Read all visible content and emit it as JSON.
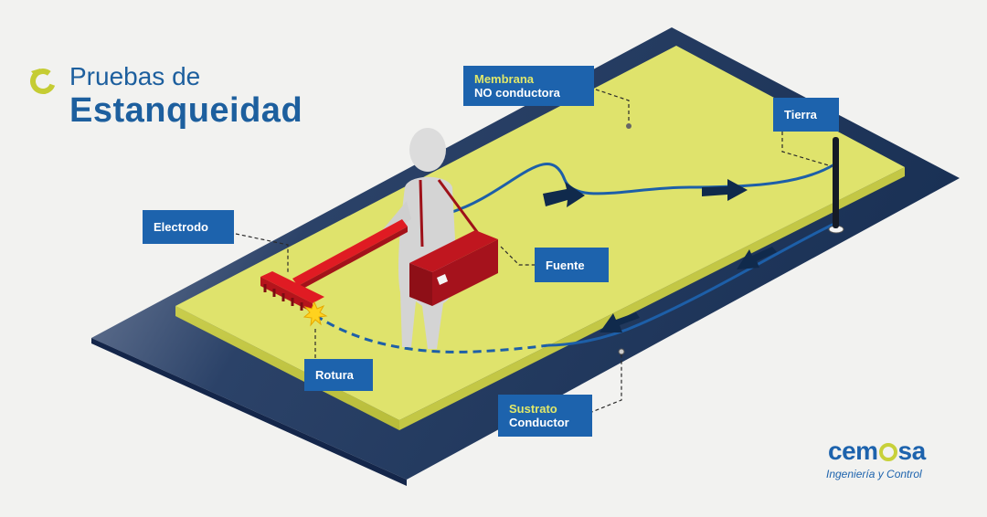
{
  "title": {
    "line1": "Pruebas de",
    "line2": "Estanqueidad"
  },
  "callouts": {
    "membrana": {
      "accent": "Membrana",
      "text": "NO conductora"
    },
    "tierra": "Tierra",
    "electrodo": "Electrodo",
    "fuente": "Fuente",
    "rotura": "Rotura",
    "sustrato": {
      "accent": "Sustrato",
      "text": "Conductor"
    }
  },
  "logo": {
    "before": "cem",
    "after": "sa",
    "subtitle": "Ingeniería y Control"
  },
  "colors": {
    "membrane": "#dfe36c",
    "substrate": "#1c3358",
    "callout": "#1d63ad",
    "accent": "#e1e86a",
    "electrode": "#e01b23",
    "source_box": "#a5121c",
    "wire": "#1d5fa8",
    "arrow": "#102a4c",
    "person": "#dcdcdc"
  }
}
